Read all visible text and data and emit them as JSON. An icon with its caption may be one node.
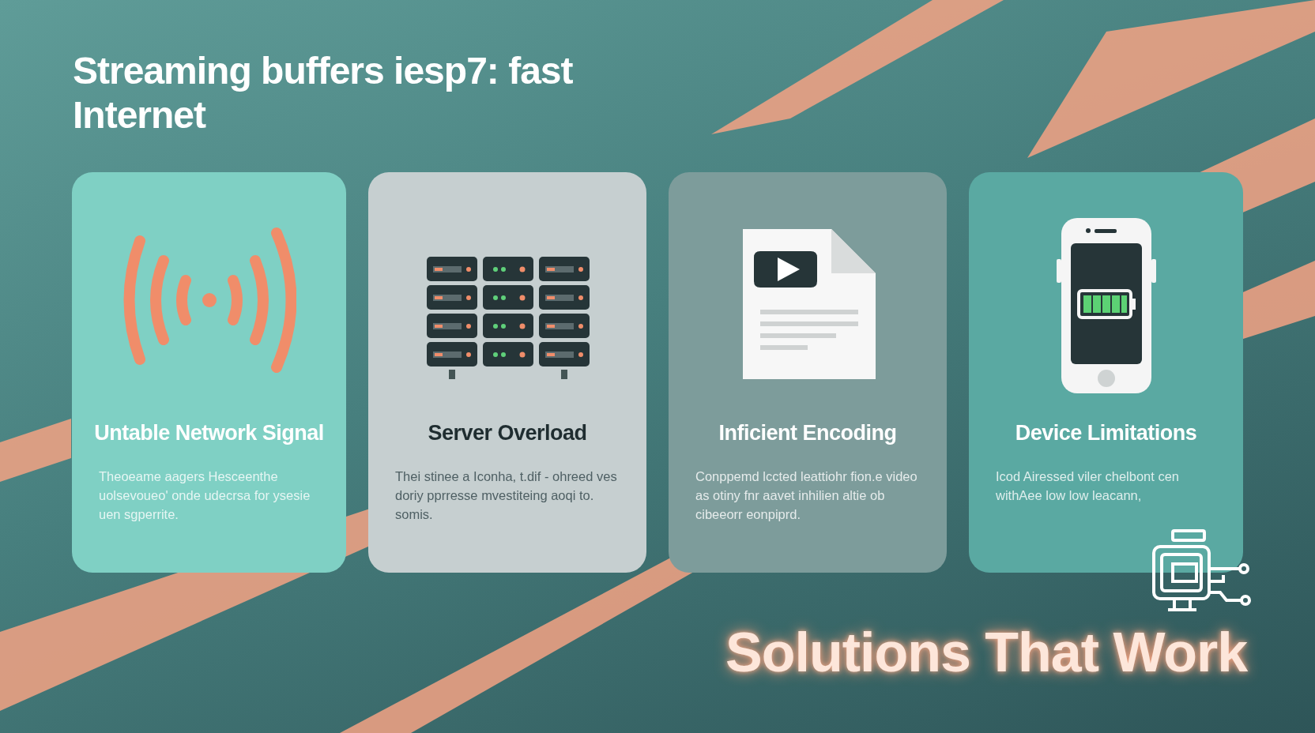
{
  "diagram": {
    "title": "Streaming buffers iesp7: fast Internet",
    "nodes": [
      {
        "text": [
          "Untable Network Signal",
          "Theoeame aagers Hesceenthe uolsevoueo' onde udecrsa for ysesie uen sgperrite."
        ]
      },
      {
        "text": [
          "Server Overload",
          "Thei stinee a Iconha, t.dif - ohreed ves doriy pprresse mvestiteing aoqi to. somis."
        ]
      },
      {
        "text": [
          "Inficient Encoding",
          "Conppemd lccted leattiohr fion.e video as otiny fnr aavet inhilien altie ob cibeeorr eonpiprd."
        ]
      },
      {
        "text": [
          "Device Limitations",
          "Icod Airessed viler chelbont cen withAee low low leacann,"
        ]
      }
    ],
    "labels": [
      "Solutions That Work"
    ]
  }
}
